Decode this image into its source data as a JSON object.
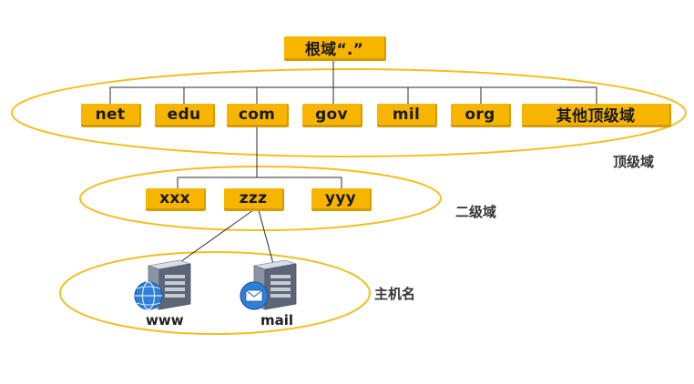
{
  "root": {
    "label": "根域“.”"
  },
  "top_level": [
    {
      "id": "net",
      "label": "net"
    },
    {
      "id": "edu",
      "label": "edu"
    },
    {
      "id": "com",
      "label": "com"
    },
    {
      "id": "gov",
      "label": "gov"
    },
    {
      "id": "mil",
      "label": "mil"
    },
    {
      "id": "org",
      "label": "org"
    },
    {
      "id": "other",
      "label": "其他顶级域"
    }
  ],
  "second_level": [
    {
      "id": "xxx",
      "label": "xxx"
    },
    {
      "id": "zzz",
      "label": "zzz"
    },
    {
      "id": "yyy",
      "label": "yyy"
    }
  ],
  "hosts": [
    {
      "id": "www",
      "label": "www",
      "icon": "globe-server-icon"
    },
    {
      "id": "mail",
      "label": "mail",
      "icon": "mail-server-icon"
    }
  ],
  "level_labels": {
    "top_level": "顶级域",
    "second_level": "二级域",
    "host": "主机名"
  },
  "colors": {
    "node_fill": "#f7b500",
    "ellipse_stroke": "#f0c020",
    "line": "#2a2a2a"
  }
}
